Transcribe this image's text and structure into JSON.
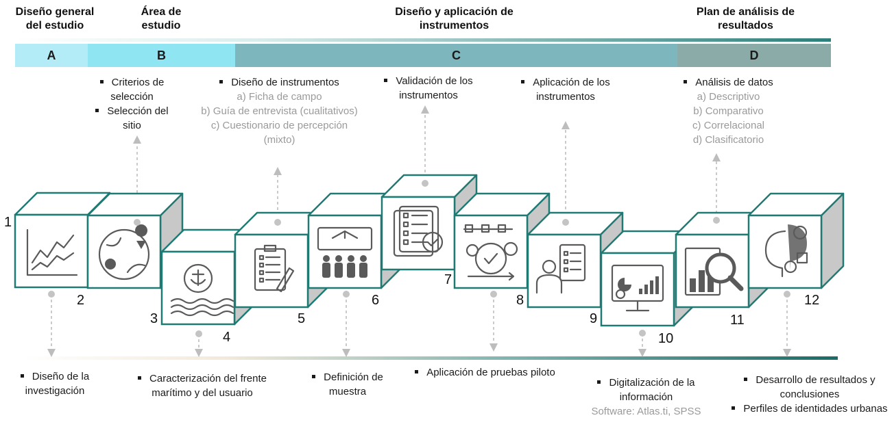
{
  "phases": [
    {
      "title": "Diseño general del estudio",
      "letter": "A"
    },
    {
      "title": "Área de estudio",
      "letter": "B"
    },
    {
      "title": "Diseño y aplicación de instrumentos",
      "letter": "C"
    },
    {
      "title": "Plan de análisis de resultados",
      "letter": "D"
    }
  ],
  "top_notes": {
    "b1": "Criterios de selección",
    "b2": "Selección del sitio",
    "instr_title": "Diseño de instrumentos",
    "instr_a": "a) Ficha de campo",
    "instr_b": "b) Guía de entrevista (cualitativos)",
    "instr_c": "c) Cuestionario de percepción (mixto)",
    "valid": "Validación de los instrumentos",
    "aplic": "Aplicación de los instrumentos",
    "anal_title": "Análisis de datos",
    "anal_a": "a) Descriptivo",
    "anal_b": "b) Comparativo",
    "anal_c": "c) Correlacional",
    "anal_d": "d) Clasificatorio"
  },
  "bottom_notes": {
    "disenio": "Diseño de la investigación",
    "caract": "Caracterización del frente marítimo y del usuario",
    "muestra": "Definición de muestra",
    "piloto": "Aplicación de pruebas piloto",
    "digit": "Digitalización de la información",
    "software": "Software: Atlas.ti, SPSS",
    "desarrollo": "Desarrollo de resultados y conclusiones",
    "perfiles": "Perfiles de identidades urbanas"
  },
  "steps": [
    {
      "n": "1",
      "icon": "line-chart-icon"
    },
    {
      "n": "2",
      "icon": "globe-map-pin-icon"
    },
    {
      "n": "3",
      "icon": "anchor-waves-icon"
    },
    {
      "n": "4",
      "icon": "anchor-waves-icon"
    },
    {
      "n": "5",
      "icon": "clipboard-pen-icon"
    },
    {
      "n": "6",
      "icon": "people-network-icon"
    },
    {
      "n": "7",
      "icon": "checklist-icon"
    },
    {
      "n": "8",
      "icon": "process-gears-icon"
    },
    {
      "n": "9",
      "icon": "person-clipboard-icon"
    },
    {
      "n": "10",
      "icon": "monitor-chart-icon"
    },
    {
      "n": "11",
      "icon": "magnifier-chart-icon"
    },
    {
      "n": "12",
      "icon": "head-gears-icon"
    }
  ],
  "colors": {
    "phase_a": "#b3ecf7",
    "phase_b": "#8fe6f2",
    "phase_c": "#7db6bd",
    "phase_d": "#8aaba8",
    "cube_edge": "#1f7a73",
    "cube_side": "#c8c8c8",
    "icon": "#5a5a5a"
  }
}
